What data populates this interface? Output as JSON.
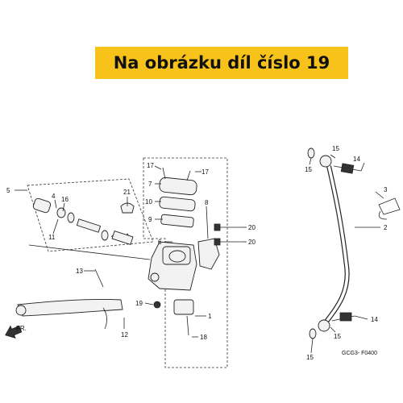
{
  "banner": {
    "text": "Na obrázku díl číslo 19",
    "background": "#f7c31a"
  },
  "diagram": {
    "code": "GCG3- F0400",
    "direction_label": "FR.",
    "callouts": {
      "p1": "1",
      "p2": "2",
      "p3": "3",
      "p4": "4",
      "p5": "5",
      "p6": "6",
      "p7": "7",
      "p8": "8",
      "p9": "9",
      "p10": "10",
      "p11": "11",
      "p12": "12",
      "p13": "13",
      "p14a": "14",
      "p14b": "14",
      "p15a": "15",
      "p15b": "15",
      "p15c": "15",
      "p15d": "15",
      "p16": "16",
      "p17a": "17",
      "p17b": "17",
      "p18": "18",
      "p19": "19",
      "p20a": "20",
      "p20b": "20",
      "p21": "21"
    }
  }
}
